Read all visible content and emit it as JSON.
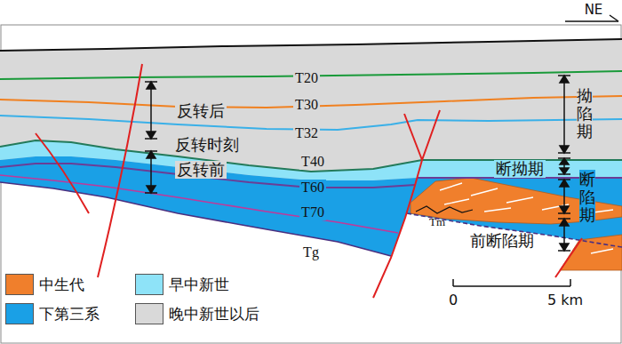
{
  "diagram": {
    "labels": [
      "NE",
      "T20",
      "T30",
      "T32",
      "T40",
      "T60",
      "T70",
      "Tg",
      "Tm",
      "反转后",
      "反转时刻",
      "反转前",
      "拗陷期",
      "断拗期",
      "断陷期",
      "前断陷期",
      "0",
      "5 km"
    ],
    "legend": [
      {
        "text": "中生代",
        "color": "#f07f2c"
      },
      {
        "text": "早中新世",
        "color": "#8ee3f8"
      },
      {
        "text": "下第三系",
        "color": "#1aa0e6"
      },
      {
        "text": "晚中新世以后",
        "color": "#d9d9d9"
      }
    ]
  }
}
